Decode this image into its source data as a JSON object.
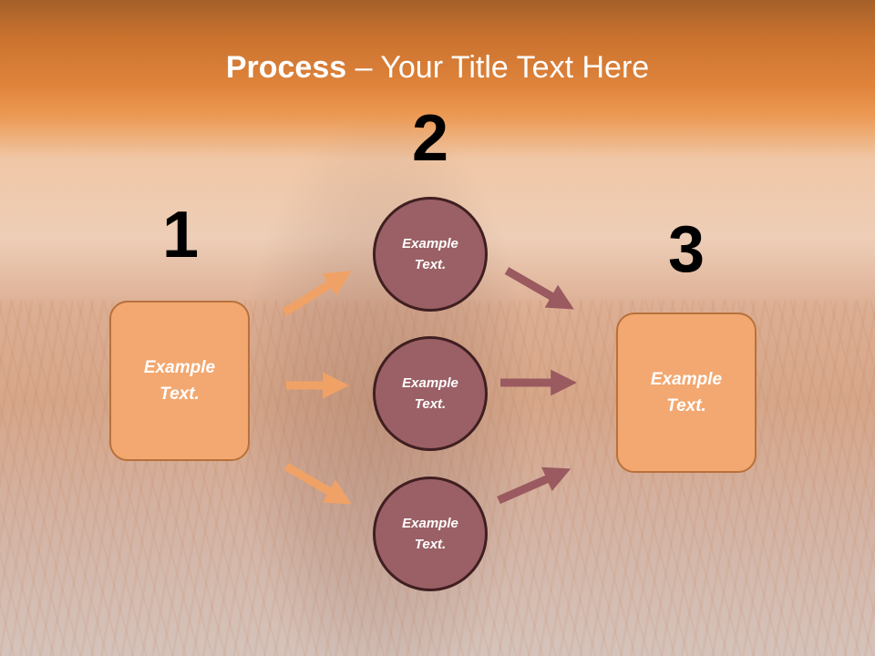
{
  "title": {
    "bold": "Process",
    "rest": " – Your Title Text Here"
  },
  "steps": {
    "one": "1",
    "two": "2",
    "three": "3"
  },
  "left_box": {
    "text": "Example Text."
  },
  "circles": [
    {
      "text": "Example Text."
    },
    {
      "text": "Example Text."
    },
    {
      "text": "Example Text."
    }
  ],
  "right_box": {
    "text": "Example Text."
  },
  "colors": {
    "banner": "#e0843c",
    "box_fill": "#f2a870",
    "circle_fill": "#9a6065",
    "circle_border": "#401f21",
    "arrow_orange": "#f0a266",
    "arrow_mauve": "#9a5a60"
  }
}
